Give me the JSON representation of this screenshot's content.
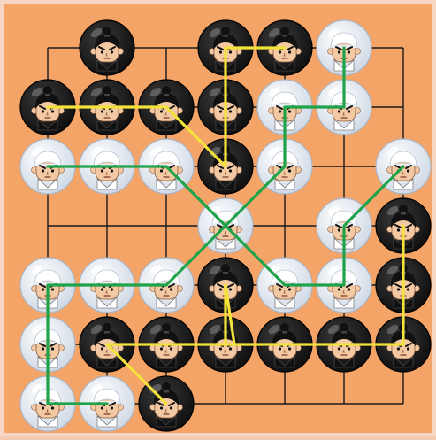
{
  "game": {
    "name": "",
    "board": {
      "columns": 7,
      "rows": 7
    },
    "colors": {
      "background": "#f5a468",
      "frame": "#f7d7c4",
      "grid_line": "#1a1a1a",
      "black_team_path": "#f2e23a",
      "white_team_path": "#1fa34a",
      "black_piece": "#1b1b1b",
      "white_piece": "#dfe6ef",
      "face": "#f3c9a4"
    },
    "pieces": [
      {
        "team": "black",
        "col": 1,
        "row": 0,
        "icon": "black-hair-face-icon"
      },
      {
        "team": "black",
        "col": 3,
        "row": 0,
        "icon": "black-hair-face-icon"
      },
      {
        "team": "black",
        "col": 4,
        "row": 0,
        "icon": "black-hair-face-icon"
      },
      {
        "team": "white",
        "col": 5,
        "row": 0,
        "icon": "white-cap-face-icon"
      },
      {
        "team": "black",
        "col": 0,
        "row": 1,
        "icon": "black-hair-face-icon"
      },
      {
        "team": "black",
        "col": 1,
        "row": 1,
        "icon": "black-hair-face-icon"
      },
      {
        "team": "black",
        "col": 2,
        "row": 1,
        "icon": "black-hair-face-icon"
      },
      {
        "team": "black",
        "col": 3,
        "row": 1,
        "icon": "black-hair-face-icon"
      },
      {
        "team": "white",
        "col": 4,
        "row": 1,
        "icon": "white-cap-face-icon"
      },
      {
        "team": "white",
        "col": 5,
        "row": 1,
        "icon": "white-cap-face-icon"
      },
      {
        "team": "white",
        "col": 0,
        "row": 2,
        "icon": "white-cap-face-icon"
      },
      {
        "team": "white",
        "col": 1,
        "row": 2,
        "icon": "white-cap-face-icon"
      },
      {
        "team": "white",
        "col": 2,
        "row": 2,
        "icon": "white-cap-face-icon"
      },
      {
        "team": "black",
        "col": 3,
        "row": 2,
        "icon": "black-hair-face-icon"
      },
      {
        "team": "white",
        "col": 4,
        "row": 2,
        "icon": "white-cap-face-icon"
      },
      {
        "team": "white",
        "col": 6,
        "row": 2,
        "icon": "white-cap-face-icon"
      },
      {
        "team": "white",
        "col": 3,
        "row": 3,
        "icon": "white-cap-face-icon"
      },
      {
        "team": "white",
        "col": 5,
        "row": 3,
        "icon": "white-cap-face-icon"
      },
      {
        "team": "black",
        "col": 6,
        "row": 3,
        "icon": "black-hair-face-icon"
      },
      {
        "team": "white",
        "col": 0,
        "row": 4,
        "icon": "white-cap-face-icon"
      },
      {
        "team": "white",
        "col": 1,
        "row": 4,
        "icon": "white-cap-face-icon"
      },
      {
        "team": "white",
        "col": 2,
        "row": 4,
        "icon": "white-cap-face-icon"
      },
      {
        "team": "black",
        "col": 3,
        "row": 4,
        "icon": "black-hair-face-icon"
      },
      {
        "team": "white",
        "col": 4,
        "row": 4,
        "icon": "white-cap-face-icon"
      },
      {
        "team": "white",
        "col": 5,
        "row": 4,
        "icon": "white-cap-face-icon"
      },
      {
        "team": "black",
        "col": 6,
        "row": 4,
        "icon": "black-hair-face-icon"
      },
      {
        "team": "white",
        "col": 0,
        "row": 5,
        "icon": "white-cap-face-icon"
      },
      {
        "team": "black",
        "col": 1,
        "row": 5,
        "icon": "black-hair-face-icon"
      },
      {
        "team": "black",
        "col": 2,
        "row": 5,
        "icon": "black-hair-face-icon"
      },
      {
        "team": "black",
        "col": 3,
        "row": 5,
        "icon": "black-hair-face-icon"
      },
      {
        "team": "black",
        "col": 4,
        "row": 5,
        "icon": "black-hair-face-icon"
      },
      {
        "team": "black",
        "col": 5,
        "row": 5,
        "icon": "black-hair-face-icon"
      },
      {
        "team": "black",
        "col": 6,
        "row": 5,
        "icon": "black-hair-face-icon"
      },
      {
        "team": "white",
        "col": 0,
        "row": 6,
        "icon": "white-cap-face-icon"
      },
      {
        "team": "white",
        "col": 1,
        "row": 6,
        "icon": "white-cap-face-icon"
      },
      {
        "team": "black",
        "col": 2,
        "row": 6,
        "icon": "black-hair-face-icon"
      }
    ],
    "paths": [
      {
        "team": "black",
        "cells": [
          [
            3,
            0
          ],
          [
            4,
            0
          ]
        ]
      },
      {
        "team": "black",
        "cells": [
          [
            3,
            0
          ],
          [
            3,
            2
          ]
        ]
      },
      {
        "team": "black",
        "cells": [
          [
            0,
            1
          ],
          [
            2,
            1
          ],
          [
            3,
            2
          ]
        ]
      },
      {
        "team": "black",
        "cells": [
          [
            3,
            4
          ],
          [
            3,
            5
          ]
        ]
      },
      {
        "team": "black",
        "cells": [
          [
            3,
            4
          ],
          [
            3.15,
            5
          ]
        ]
      },
      {
        "team": "black",
        "cells": [
          [
            1,
            5
          ],
          [
            6,
            5
          ]
        ]
      },
      {
        "team": "black",
        "cells": [
          [
            1,
            5
          ],
          [
            2,
            6
          ]
        ]
      },
      {
        "team": "black",
        "cells": [
          [
            6,
            3
          ],
          [
            6,
            5
          ]
        ]
      },
      {
        "team": "white",
        "cells": [
          [
            5,
            0
          ],
          [
            5,
            1
          ],
          [
            4,
            1
          ],
          [
            4,
            2
          ],
          [
            3,
            3
          ],
          [
            2,
            2
          ],
          [
            0,
            2
          ]
        ]
      },
      {
        "team": "white",
        "cells": [
          [
            3,
            3
          ],
          [
            2,
            4
          ],
          [
            0,
            4
          ],
          [
            0,
            6
          ],
          [
            1,
            6
          ]
        ]
      },
      {
        "team": "white",
        "cells": [
          [
            3,
            3
          ],
          [
            4,
            4
          ],
          [
            5,
            4
          ],
          [
            5,
            3
          ],
          [
            6,
            2
          ]
        ]
      }
    ]
  }
}
